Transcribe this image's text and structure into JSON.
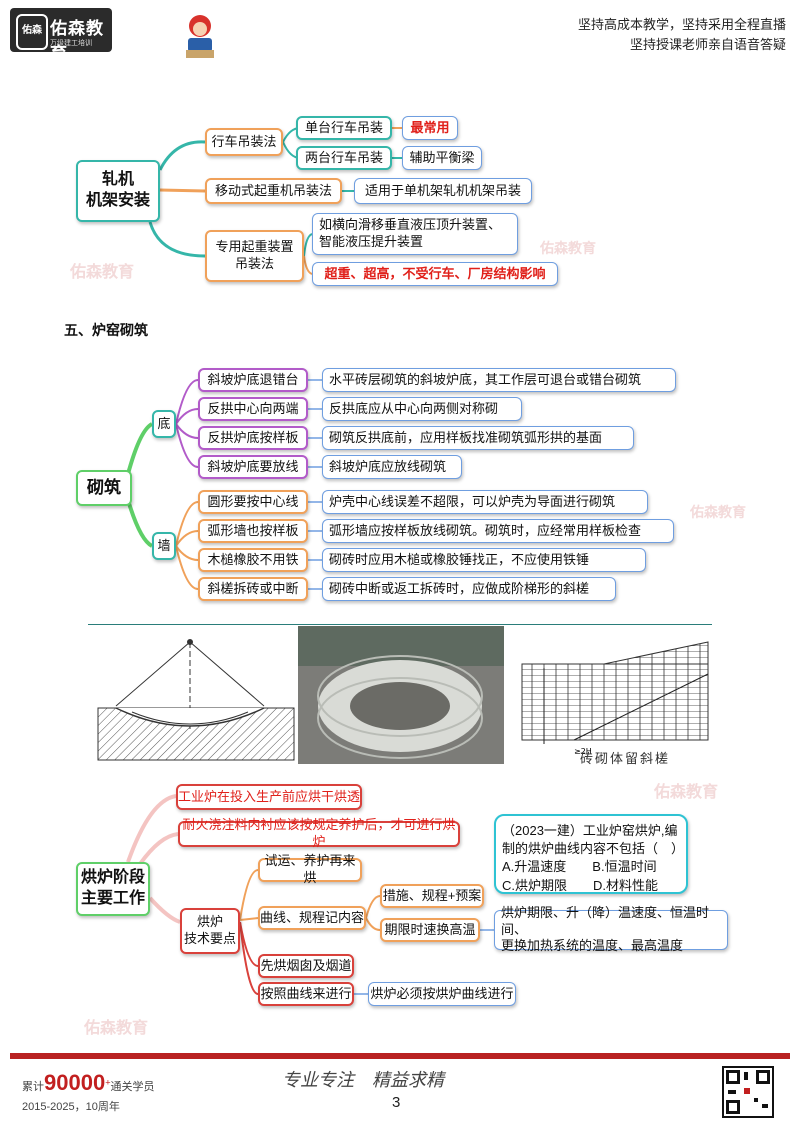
{
  "header": {
    "brand": "佑森教育",
    "brand_mark": "佑森",
    "brand_sub": "万级建工培训",
    "slogan_line1": "坚持高成本教学，坚持采用全程直播",
    "slogan_line2": "坚持授课老师亲自语音答疑"
  },
  "mill_install": {
    "root": "轧机\n机架安装",
    "crane": "行车吊装法",
    "single_crane": "单台行车吊装",
    "single_note": "最常用",
    "double_crane": "两台行车吊装",
    "double_note": "辅助平衡梁",
    "mobile": "移动式起重机吊装法",
    "mobile_note": "适用于单机架轧机机架吊装",
    "special": "专用起重装置\n吊装法",
    "special_note1": "如横向滑移垂直液压顶升装置、\n智能液压提升装置",
    "special_note2": "超重、超高，不受行车、厂房结构影响"
  },
  "section5_title": "五、炉窑砌筑",
  "masonry": {
    "root": "砌筑",
    "bottom": "底",
    "wall": "墙",
    "items": [
      {
        "label": "斜坡炉底退错台",
        "note": "水平砖层砌筑的斜坡炉底，其工作层可退台或错台砌筑"
      },
      {
        "label": "反拱中心向两端",
        "note": "反拱底应从中心向两侧对称砌"
      },
      {
        "label": "反拱炉底按样板",
        "note": "砌筑反拱底前，应用样板找准砌筑弧形拱的基面"
      },
      {
        "label": "斜坡炉底要放线",
        "note": "斜坡炉底应放线砌筑"
      },
      {
        "label": "圆形要按中心线",
        "note": "炉壳中心线误差不超限，可以炉壳为导面进行砌筑"
      },
      {
        "label": "弧形墙也按样板",
        "note": "弧形墙应按样板放线砌筑。砌筑时，应经常用样板检查"
      },
      {
        "label": "木槌橡胶不用铁",
        "note": "砌砖时应用木槌或橡胶锤找正，不应使用铁锤"
      },
      {
        "label": "斜槎拆砖或中断",
        "note": "砌砖中断或返工拆砖时，应做成阶梯形的斜槎"
      }
    ]
  },
  "figures": {
    "caption_right": "砖砌体留斜槎",
    "dim_label": "≥2H"
  },
  "drying": {
    "root": "烘炉阶段\n主要工作",
    "red1": "工业炉在投入生产前应烘干烘透",
    "red2": "耐火浇注料内衬应该按规定养护后，才可进行烘炉",
    "tech": "烘炉\n技术要点",
    "t1": "试运、养护再来烘",
    "t2": "曲线、规程记内容",
    "t2a": "措施、规程+预案",
    "t2b": "期限时速换高温",
    "t2b_note": "烘炉期限、升（降）温速度、恒温时间、\n更换加热系统的温度、最高温度",
    "t3": "先烘烟囱及烟道",
    "t4": "按照曲线来进行",
    "t4_note": "烘炉必须按烘炉曲线进行",
    "exam": "（2023一建）工业炉窑烘炉,编制的烘炉曲线内容不包括（　）\nA.升温速度　　B.恒温时间\nC.烘炉期限　　D.材料性能"
  },
  "footer": {
    "prefix": "累计",
    "count": "90000",
    "plus": "+",
    "suffix": "通关学员",
    "years": "2015-2025，10周年",
    "page": "3",
    "motto": "专业专注　精益求精"
  },
  "colors": {
    "teal": "#35b6a9",
    "orange": "#f0a15a",
    "purple": "#b25bc9",
    "green": "#5fcf68",
    "red": "#d9413b",
    "brand_red": "#b92222"
  }
}
